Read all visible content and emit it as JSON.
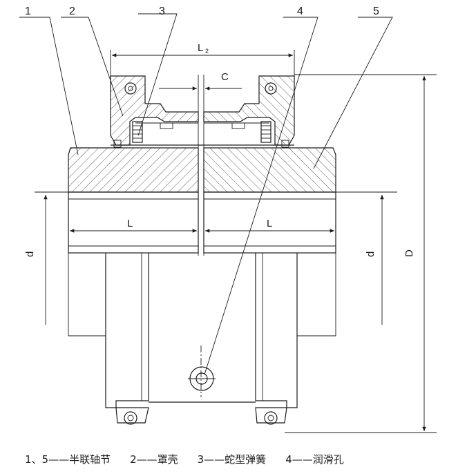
{
  "callouts": [
    "1",
    "2",
    "3",
    "4",
    "5"
  ],
  "dimensions": {
    "l2": "L",
    "l2_sub": "2",
    "c": "C",
    "l_left": "L",
    "l_right": "L",
    "d_left": "d",
    "d_right": "d",
    "d_outer": "D"
  },
  "legend": [
    "1、5——半联轴节",
    "2——罩壳",
    "3——蛇型弹簧",
    "4——润滑孔"
  ]
}
